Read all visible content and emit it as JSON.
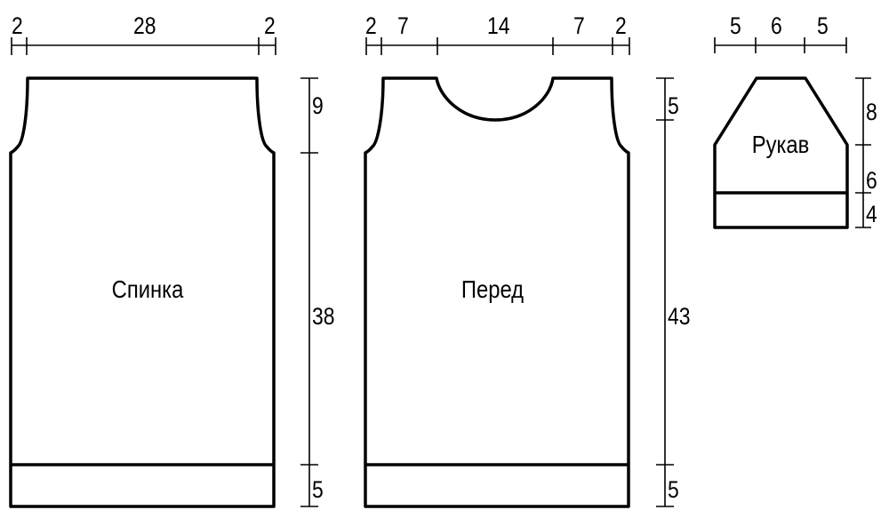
{
  "pieces": {
    "back": {
      "label": "Спинка",
      "width_dims": [
        "2",
        "28",
        "2"
      ],
      "height_dims": [
        "9",
        "38",
        "5"
      ]
    },
    "front": {
      "label": "Перед",
      "width_dims": [
        "2",
        "7",
        "14",
        "7",
        "2"
      ],
      "height_dims": [
        "5",
        "43",
        "5"
      ]
    },
    "sleeve": {
      "label": "Рукав",
      "width_dims": [
        "5",
        "6",
        "5"
      ],
      "height_dims": [
        "8",
        "6",
        "4"
      ]
    }
  }
}
